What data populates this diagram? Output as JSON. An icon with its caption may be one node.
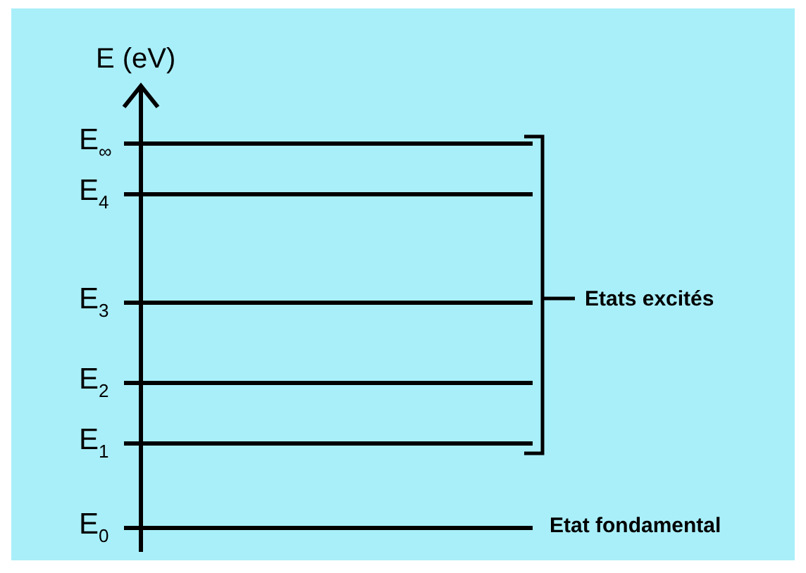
{
  "diagram": {
    "labels": [
      "E (eV)",
      "E$_{∞}$",
      "E$_{4}$",
      "E$_{3}$",
      "E$_{2}$",
      "E$_{1}$",
      "E$_{0}$",
      "Etats excités",
      "Etat fondamental"
    ]
  }
}
